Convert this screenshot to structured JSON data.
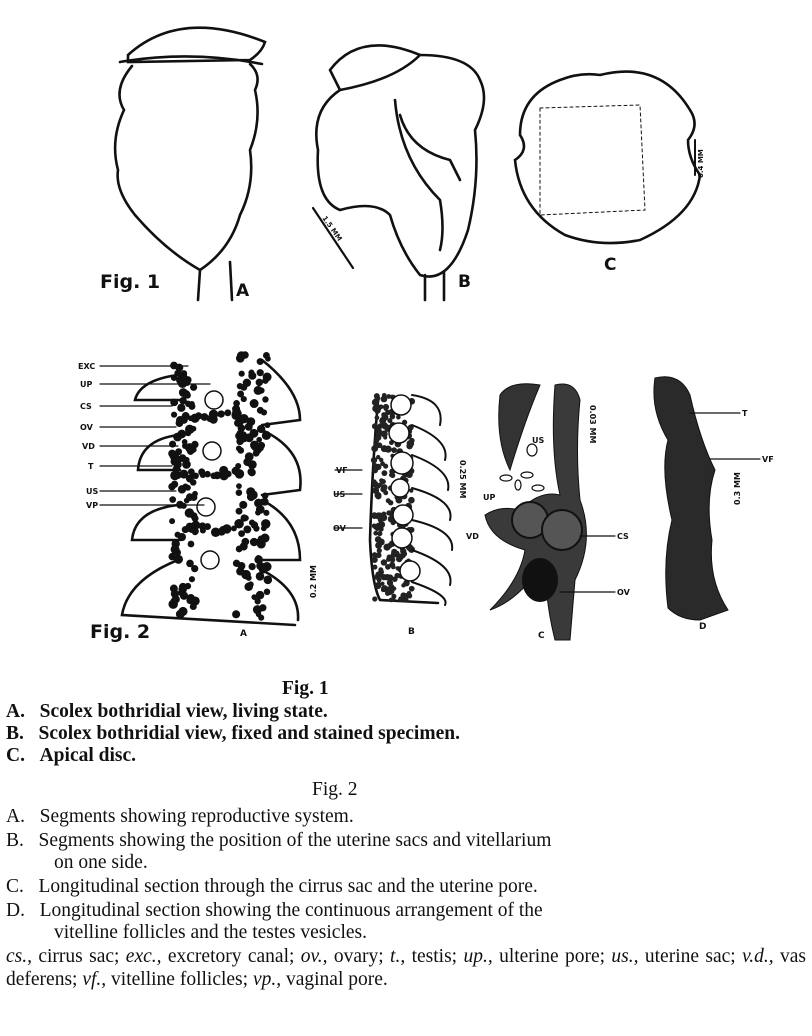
{
  "fig1": {
    "label": "Fig. 1",
    "panels": [
      "A",
      "B",
      "C"
    ],
    "scale_bars": [
      "1.5 MM",
      "0.4 MM"
    ]
  },
  "fig2": {
    "label": "Fig. 2",
    "panels": [
      "A",
      "B",
      "C",
      "D"
    ],
    "panel_a_labels": [
      "EXC",
      "UP",
      "CS",
      "OV",
      "VD",
      "T",
      "US",
      "VP"
    ],
    "panel_b_labels": [
      "VF",
      "US",
      "OV"
    ],
    "panel_c_labels": [
      "US",
      "UP",
      "VD",
      "CS",
      "OV"
    ],
    "panel_d_labels": [
      "T",
      "VF"
    ],
    "scale_bars": [
      "0.2 MM",
      "0.25 MM",
      "0.03 MM",
      "0.3 MM"
    ]
  },
  "captions": {
    "fig1_title": "Fig. 1",
    "fig1_items": [
      {
        "letter": "A.",
        "text": "Scolex bothridial view, living state."
      },
      {
        "letter": "B.",
        "text": "Scolex bothridial view, fixed and stained specimen."
      },
      {
        "letter": "C.",
        "text": "Apical disc."
      }
    ],
    "fig2_title": "Fig. 2",
    "fig2_items": [
      {
        "letter": "A.",
        "text": "Segments showing reproductive system."
      },
      {
        "letter": "B.",
        "text": "Segments showing the position of the uterine sacs and vitellarium",
        "cont": "on one side."
      },
      {
        "letter": "C.",
        "text": "Longitudinal section through the cirrus sac and the uterine pore."
      },
      {
        "letter": "D.",
        "text": "Longitudinal section showing the continuous arrangement of the",
        "cont": "vitelline follicles and the testes vesicles."
      }
    ],
    "key": [
      {
        "abbr": "cs.,",
        "def": " cirrus sac; "
      },
      {
        "abbr": "exc.,",
        "def": " excretory canal; "
      },
      {
        "abbr": "ov.,",
        "def": " ovary; "
      },
      {
        "abbr": "t.,",
        "def": " testis; "
      },
      {
        "abbr": "up.,",
        "def": " ulterine pore; "
      },
      {
        "abbr": "us.,",
        "def": " uterine sac; "
      },
      {
        "abbr": "v.d.,",
        "def": " vas deferens; "
      },
      {
        "abbr": "vf.,",
        "def": " vitelline follicles; "
      },
      {
        "abbr": "vp.,",
        "def": " vaginal pore."
      }
    ]
  }
}
